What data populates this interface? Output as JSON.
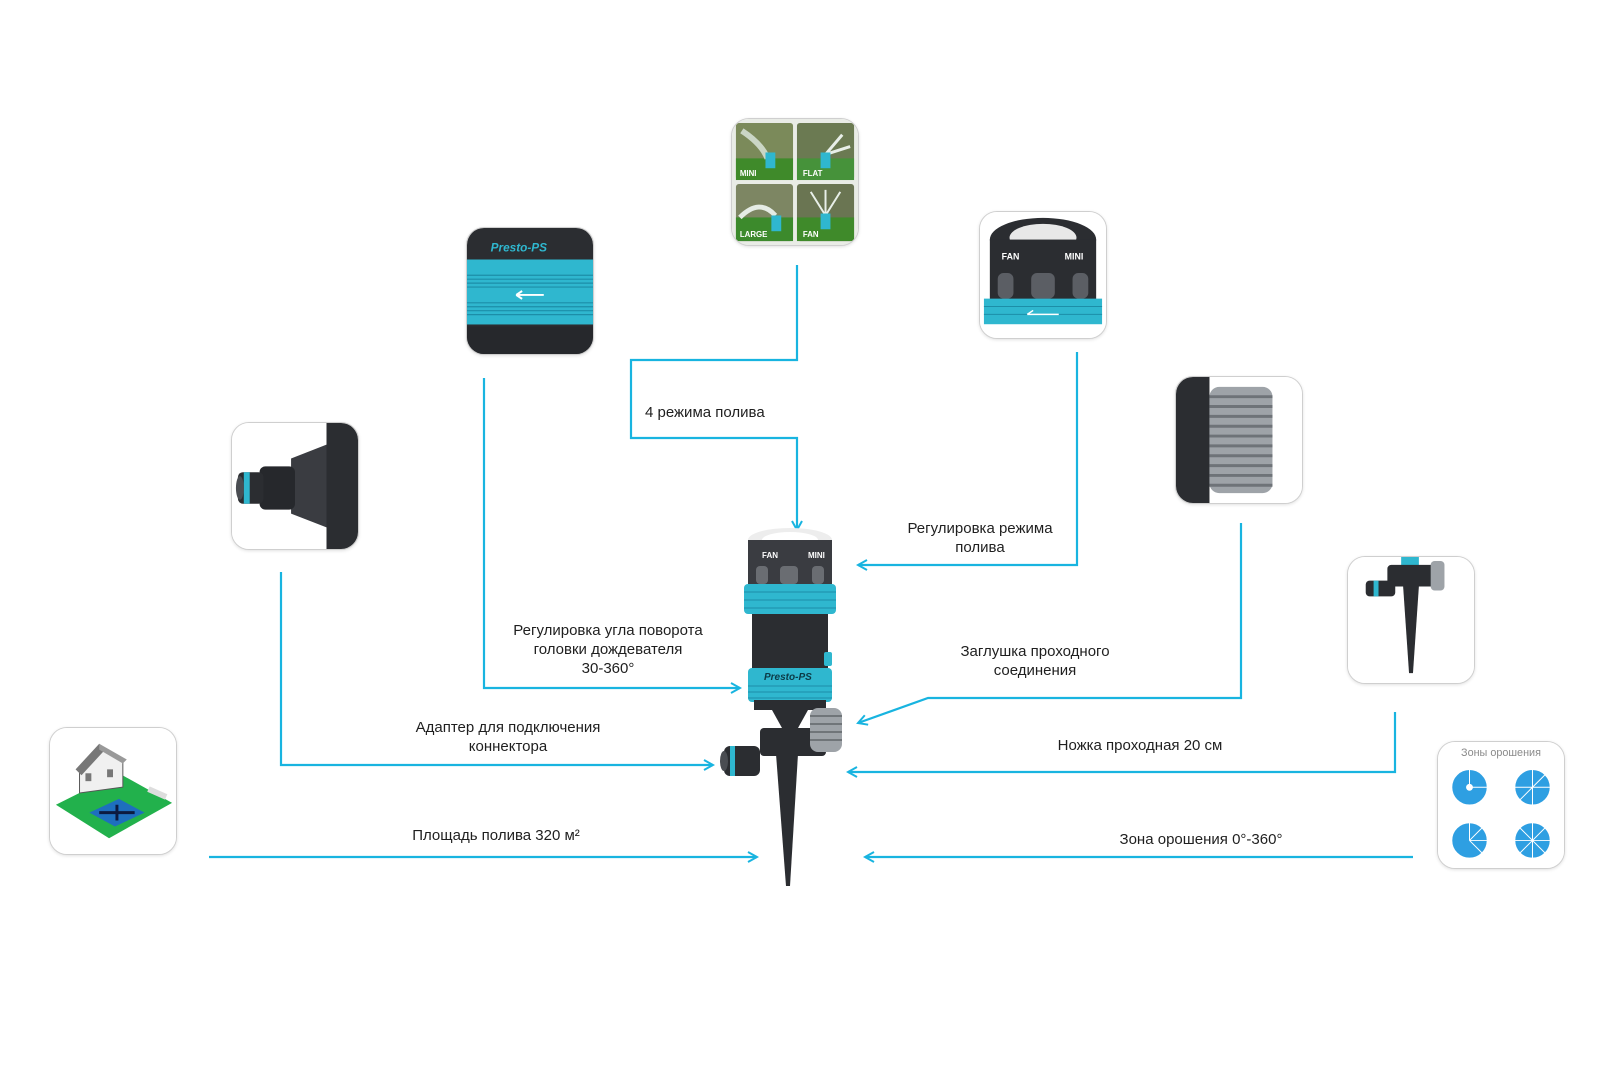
{
  "colors": {
    "accent": "#18b4e0",
    "body_dark": "#2b2d31",
    "rings": "#2fb7cf",
    "grass": "#22b14c"
  },
  "callouts": {
    "modes": "4 режима полива",
    "mode_adjust": [
      "Регулировка режима",
      "полива"
    ],
    "angle_adjust": [
      "Регулировка угла поворота",
      "головки дождевателя",
      "30-360°"
    ],
    "plug": [
      "Заглушка проходного",
      "соединения"
    ],
    "adapter": [
      "Адаптер для подключения",
      "коннектора"
    ],
    "stake": "Ножка проходная 20 см",
    "area": "Площадь полива 320 м²",
    "zone": "Зона орошения 0°-360°"
  },
  "thumbnails": {
    "modes": {
      "quadrants": [
        "MINI",
        "FLAT",
        "LARGE",
        "FAN"
      ]
    },
    "ring": {
      "brand": "Presto-PS"
    },
    "cap": {
      "marks": [
        "FAN",
        "MINI"
      ]
    },
    "zones": {
      "title": "Зоны орошения"
    }
  },
  "product": {
    "brand": "Presto-PS",
    "cap_marks": [
      "FAN",
      "MINI"
    ]
  }
}
